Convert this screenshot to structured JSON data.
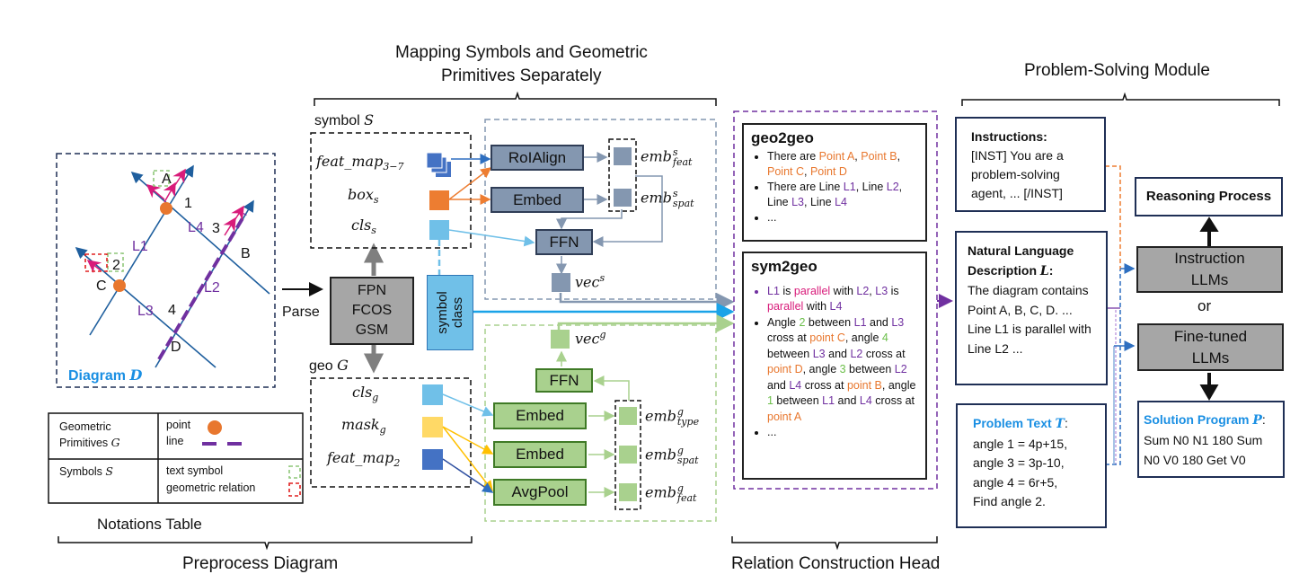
{
  "sections": {
    "mapping_title_line1": "Mapping Symbols and Geometric",
    "mapping_title_line2": "Primitives Separately",
    "problem_solving_title": "Problem-Solving Module",
    "preprocess_title": "Preprocess Diagram",
    "relation_title": "Relation Construction Head"
  },
  "diagram": {
    "caption": "Diagram",
    "caption_var": "D",
    "points": [
      "A",
      "B",
      "C",
      "D"
    ],
    "lines": [
      "L1",
      "L2",
      "L3",
      "L4"
    ],
    "angles": [
      "1",
      "2",
      "3",
      "4"
    ],
    "colors": {
      "line": "#1f5f9e",
      "point": "#e8772e",
      "primitive_line": "#7030a0",
      "arrow": "#d81b7a",
      "text_symbol": "#8fc77a",
      "relation_symbol": "#e02020"
    }
  },
  "notations": {
    "title": "Notations Table",
    "rows": [
      {
        "left": "Geometric Primitives",
        "left_var": "G",
        "items": [
          "point",
          "line"
        ]
      },
      {
        "left": "Symbols",
        "left_var": "S",
        "items": [
          "text symbol",
          "geometric relation"
        ]
      }
    ]
  },
  "parser": {
    "parse_label": "Parse",
    "modules": [
      "FPN",
      "FCOS",
      "GSM"
    ],
    "symbol_class_line1": "symbol",
    "symbol_class_line2": "class"
  },
  "symbol_branch": {
    "label": "symbol",
    "label_var": "S",
    "inputs": [
      {
        "base": "feat_map",
        "sub": "3−7",
        "color": "#4472c4"
      },
      {
        "base": "box",
        "sub": "s",
        "color": "#ed7d31"
      },
      {
        "base": "cls",
        "sub": "s",
        "color": "#70c0e8"
      }
    ],
    "blocks": [
      "RoIAlign",
      "Embed",
      "FFN"
    ],
    "embeddings": [
      {
        "base": "emb",
        "sup": "s",
        "sub": "feat"
      },
      {
        "base": "emb",
        "sup": "s",
        "sub": "spat"
      }
    ],
    "output": {
      "base": "vec",
      "sup": "s"
    }
  },
  "geo_branch": {
    "label": "geo",
    "label_var": "G",
    "inputs": [
      {
        "base": "cls",
        "sub": "g",
        "color": "#70c0e8"
      },
      {
        "base": "mask",
        "sub": "g",
        "color": "#ffd966"
      },
      {
        "base": "feat_map",
        "sub": "2",
        "color": "#4472c4"
      }
    ],
    "blocks": [
      "Embed",
      "Embed",
      "AvgPool",
      "FFN"
    ],
    "embeddings": [
      {
        "base": "emb",
        "sup": "g",
        "sub": "type"
      },
      {
        "base": "emb",
        "sup": "g",
        "sub": "spat"
      },
      {
        "base": "emb",
        "sup": "g",
        "sub": "feat"
      }
    ],
    "output": {
      "base": "vec",
      "sup": "g"
    }
  },
  "relation": {
    "geo2geo": {
      "title": "geo2geo",
      "items": [
        [
          {
            "t": "There are ",
            "c": ""
          },
          {
            "t": "Point A",
            "c": "ora"
          },
          {
            "t": ", ",
            "c": ""
          },
          {
            "t": "Point B",
            "c": "ora"
          },
          {
            "t": ", ",
            "c": ""
          },
          {
            "t": "Point C",
            "c": "ora"
          },
          {
            "t": ", ",
            "c": ""
          },
          {
            "t": "Point D",
            "c": "ora"
          }
        ],
        [
          {
            "t": "There are Line ",
            "c": ""
          },
          {
            "t": "L1",
            "c": "pur"
          },
          {
            "t": ", Line ",
            "c": ""
          },
          {
            "t": "L2",
            "c": "pur"
          },
          {
            "t": ", Line ",
            "c": ""
          },
          {
            "t": "L3",
            "c": "pur"
          },
          {
            "t": ", Line ",
            "c": ""
          },
          {
            "t": "L4",
            "c": "pur"
          }
        ],
        [
          {
            "t": "...",
            "c": ""
          }
        ]
      ]
    },
    "sym2geo": {
      "title": "sym2geo",
      "items": [
        [
          {
            "t": "L1",
            "c": "pur"
          },
          {
            "t": " is ",
            "c": ""
          },
          {
            "t": "parallel",
            "c": "pnk"
          },
          {
            "t": " with ",
            "c": ""
          },
          {
            "t": "L2",
            "c": "pur"
          },
          {
            "t": ", ",
            "c": ""
          },
          {
            "t": "L3",
            "c": "pur"
          },
          {
            "t": " is ",
            "c": ""
          },
          {
            "t": "parallel",
            "c": "pnk"
          },
          {
            "t": " with ",
            "c": ""
          },
          {
            "t": "L4",
            "c": "pur"
          }
        ],
        [
          {
            "t": "Angle ",
            "c": ""
          },
          {
            "t": "2",
            "c": "grn"
          },
          {
            "t": " between ",
            "c": ""
          },
          {
            "t": "L1",
            "c": "pur"
          },
          {
            "t": " and ",
            "c": ""
          },
          {
            "t": "L3",
            "c": "pur"
          },
          {
            "t": " cross at ",
            "c": ""
          },
          {
            "t": "point C",
            "c": "ora"
          },
          {
            "t": ", angle ",
            "c": ""
          },
          {
            "t": "4",
            "c": "grn"
          },
          {
            "t": " between ",
            "c": ""
          },
          {
            "t": "L3",
            "c": "pur"
          },
          {
            "t": " and ",
            "c": ""
          },
          {
            "t": "L2",
            "c": "pur"
          },
          {
            "t": " cross at ",
            "c": ""
          },
          {
            "t": "point D",
            "c": "ora"
          },
          {
            "t": ", angle ",
            "c": ""
          },
          {
            "t": "3",
            "c": "grn"
          },
          {
            "t": " between ",
            "c": ""
          },
          {
            "t": "L2",
            "c": "pur"
          },
          {
            "t": " and ",
            "c": ""
          },
          {
            "t": "L4",
            "c": "pur"
          },
          {
            "t": " cross at ",
            "c": ""
          },
          {
            "t": "point B",
            "c": "ora"
          },
          {
            "t": ", angle ",
            "c": ""
          },
          {
            "t": "1",
            "c": "grn"
          },
          {
            "t": " between ",
            "c": ""
          },
          {
            "t": "L1",
            "c": "pur"
          },
          {
            "t": " and ",
            "c": ""
          },
          {
            "t": "L4",
            "c": "pur"
          },
          {
            "t": " cross at ",
            "c": ""
          },
          {
            "t": "point A",
            "c": "ora"
          }
        ],
        [
          {
            "t": "...",
            "c": ""
          }
        ]
      ]
    }
  },
  "problem_solving": {
    "instructions": {
      "title": "Instructions:",
      "body": "[INST] You are a problem-solving agent, ... [/INST]"
    },
    "nl_description": {
      "title": "Natural Language Description",
      "var": "L",
      "body": "The diagram contains Point A, B, C, D. ... Line L1 is parallel with Line L2 ..."
    },
    "problem_text": {
      "title": "Problem Text",
      "var": "T",
      "lines": [
        "angle 1 = 4p+15,",
        "angle 3 = 3p-10,",
        "angle 4 = 6r+5,",
        "Find angle 2."
      ]
    },
    "reasoning": "Reasoning Process",
    "instruction_llms": [
      "Instruction",
      "LLMs"
    ],
    "or": "or",
    "finetuned_llms": [
      "Fine-tuned",
      "LLMs"
    ],
    "solution": {
      "title": "Solution Program",
      "var": "P",
      "body": "Sum N0 N1 180 Sum N0 V0 180 Get V0"
    }
  }
}
